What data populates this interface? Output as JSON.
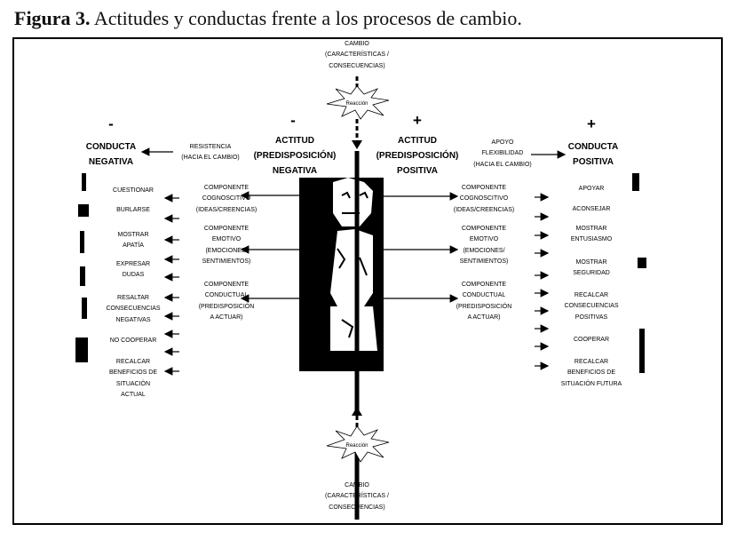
{
  "title": {
    "label": "Figura 3.",
    "text": " Actitudes y conductas frente a los procesos de cambio."
  },
  "top_change": [
    "CAMBIO",
    "(CARACTERÍSTICAS /",
    "CONSECUENCIAS)"
  ],
  "top_reaction": "Reacción",
  "bottom_change": [
    "CAMBIO",
    "(CARACTERÍSTICAS /",
    "CONSECUENCIAS)"
  ],
  "bottom_reaction": "Reacción",
  "left": {
    "sign": "-",
    "conducta": [
      "CONDUCTA",
      "NEGATIVA"
    ],
    "resistencia": [
      "RESISTENCIA",
      "(HACIA EL CAMBIO)"
    ],
    "actitud_sign": "-",
    "actitud": [
      "ACTITUD",
      "(PREDISPOSICIÓN)",
      "NEGATIVA"
    ],
    "components": [
      [
        "COMPONENTE",
        "COGNOSCITIVO",
        "(IDEAS/CREENCIAS)"
      ],
      [
        "COMPONENTE",
        "EMOTIVO",
        "(EMOCIONES/",
        "SENTIMIENTOS)"
      ],
      [
        "COMPONENTE",
        "CONDUCTUAL",
        "(PREDISPOSICIÓN",
        "A ACTUAR)"
      ]
    ],
    "behaviors": [
      [
        "CUESTIONAR"
      ],
      [
        "BURLARSE"
      ],
      [
        "MOSTRAR",
        "APATÍA"
      ],
      [
        "EXPRESAR",
        "DUDAS"
      ],
      [
        "RESALTAR",
        "CONSECUENCIAS",
        "NEGATIVAS"
      ],
      [
        "NO COOPERAR"
      ],
      [
        "RECALCAR",
        "BENEFICIOS DE",
        "SITUACIÓN",
        "ACTUAL"
      ]
    ]
  },
  "right": {
    "sign": "+",
    "conducta": [
      "CONDUCTA",
      "POSITIVA"
    ],
    "apoyo": [
      "APOYO",
      "FLEXIBILIDAD",
      "(HACIA EL CAMBIO)"
    ],
    "actitud_sign": "+",
    "actitud": [
      "ACTITUD",
      "(PREDISPOSICIÓN)",
      "POSITIVA"
    ],
    "components": [
      [
        "COMPONENTE",
        "COGNOSCITIVO",
        "(IDEAS/CREENCIAS)"
      ],
      [
        "COMPONENTE",
        "EMOTIVO",
        "(EMOCIONES/",
        "SENTIMIENTOS)"
      ],
      [
        "COMPONENTE",
        "CONDUCTUAL",
        "(PREDISPOSICIÓN",
        "A ACTUAR)"
      ]
    ],
    "behaviors": [
      [
        "APOYAR"
      ],
      [
        "ACONSEJAR"
      ],
      [
        "MOSTRAR",
        "ENTUSIASMO"
      ],
      [
        "MOSTRAR",
        "SEGURIDAD"
      ],
      [
        "RECALCAR",
        "CONSECUENCIAS",
        "POSITIVAS"
      ],
      [
        "COOPERAR"
      ],
      [
        "RECALCAR",
        "BENEFICIOS DE",
        "SITUACIÓN FUTURA"
      ]
    ]
  }
}
